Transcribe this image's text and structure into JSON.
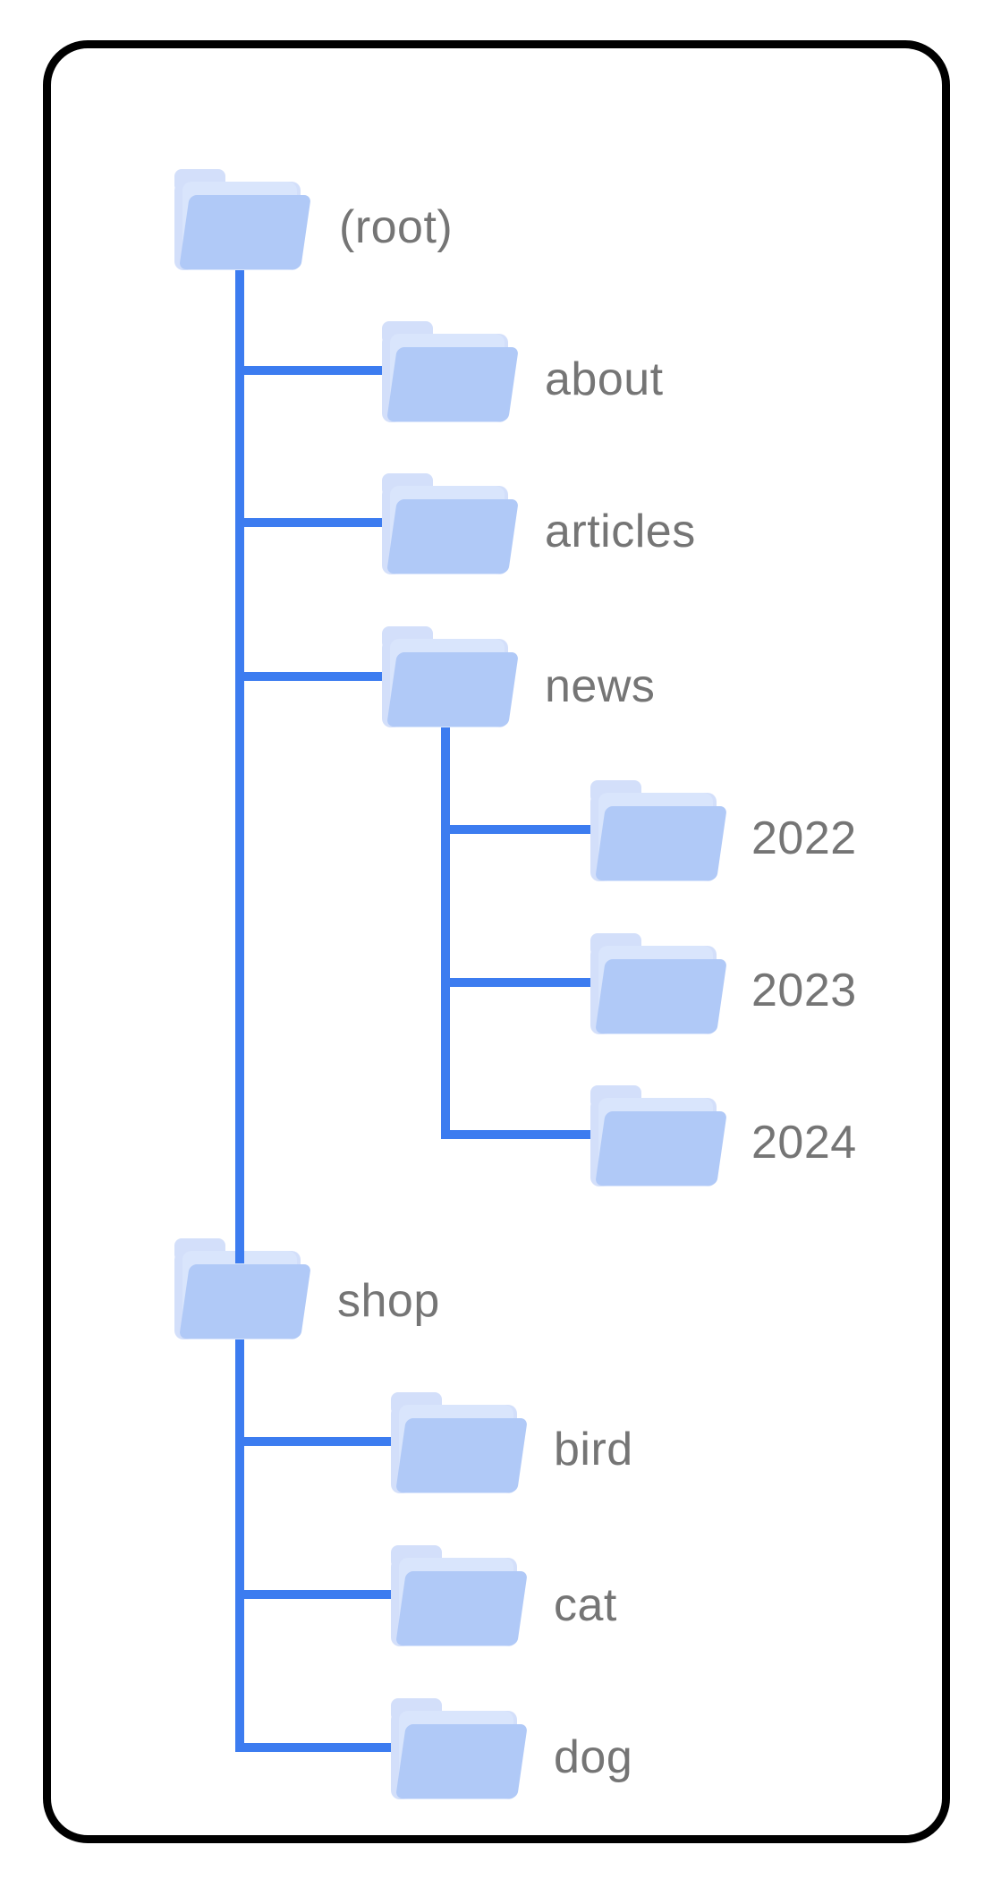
{
  "diagram": {
    "type": "site-structure-folder-tree",
    "nodes": {
      "root": {
        "label": "(root)",
        "depth": 0
      },
      "about": {
        "label": "about",
        "depth": 1
      },
      "articles": {
        "label": "articles",
        "depth": 1
      },
      "news": {
        "label": "news",
        "depth": 1
      },
      "y2022": {
        "label": "2022",
        "depth": 2
      },
      "y2023": {
        "label": "2023",
        "depth": 2
      },
      "y2024": {
        "label": "2024",
        "depth": 2
      },
      "shop": {
        "label": "shop",
        "depth": 0
      },
      "bird": {
        "label": "bird",
        "depth": 1
      },
      "cat": {
        "label": "cat",
        "depth": 1
      },
      "dog": {
        "label": "dog",
        "depth": 1
      }
    },
    "hierarchy": {
      "(root)": [
        "about",
        "articles",
        "news",
        "shop"
      ],
      "news": [
        "2022",
        "2023",
        "2024"
      ],
      "shop": [
        "bird",
        "cat",
        "dog"
      ]
    },
    "icons": {
      "folder": "open-folder-icon"
    }
  },
  "colors": {
    "line": "#3c7cf0",
    "label": "#757575",
    "front": "#b0c9f7",
    "sheet": "#d9e5fc",
    "back": "#d3dffa",
    "border": "#000000",
    "bg": "#ffffff"
  }
}
